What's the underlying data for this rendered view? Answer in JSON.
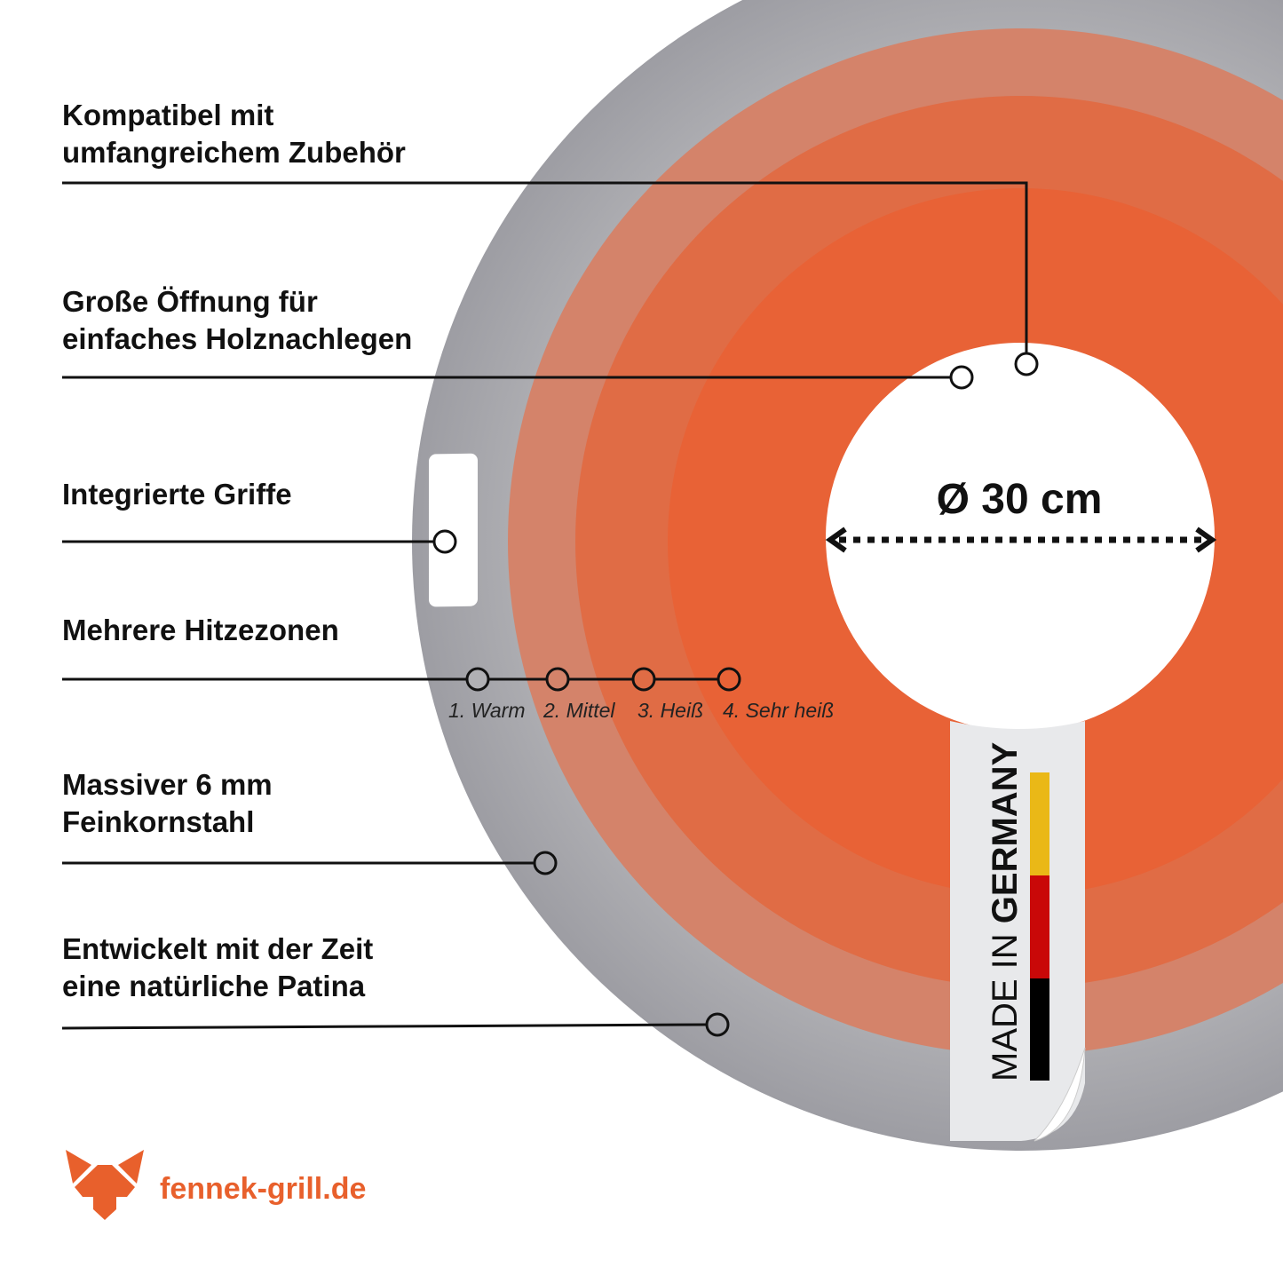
{
  "callouts": [
    {
      "line1": "Kompatibel mit",
      "line2": "umfangreichem Zubehör"
    },
    {
      "line1": "Große Öffnung für",
      "line2": "einfaches Holznachlegen"
    },
    {
      "line1": "Integrierte Griffe"
    },
    {
      "line1": "Mehrere Hitzezonen"
    },
    {
      "line1": "Massiver 6 mm",
      "line2": "Feinkornstahl"
    },
    {
      "line1": "Entwickelt mit der Zeit",
      "line2": "eine natürliche Patina"
    }
  ],
  "heat_zones": [
    "1. Warm",
    "2. Mittel",
    "3. Heiß",
    "4. Sehr heiß"
  ],
  "diameter_label": "Ø 30 cm",
  "sticker": {
    "text_light": "MADE IN ",
    "text_bold": "GERMANY"
  },
  "brand": {
    "url": "fennek-grill.de"
  },
  "colors": {
    "accent": "#e8602c",
    "plate": "#a9a9ad",
    "ring1": "#d4836a",
    "ring2": "#e06c45",
    "ring3": "#e86236"
  }
}
